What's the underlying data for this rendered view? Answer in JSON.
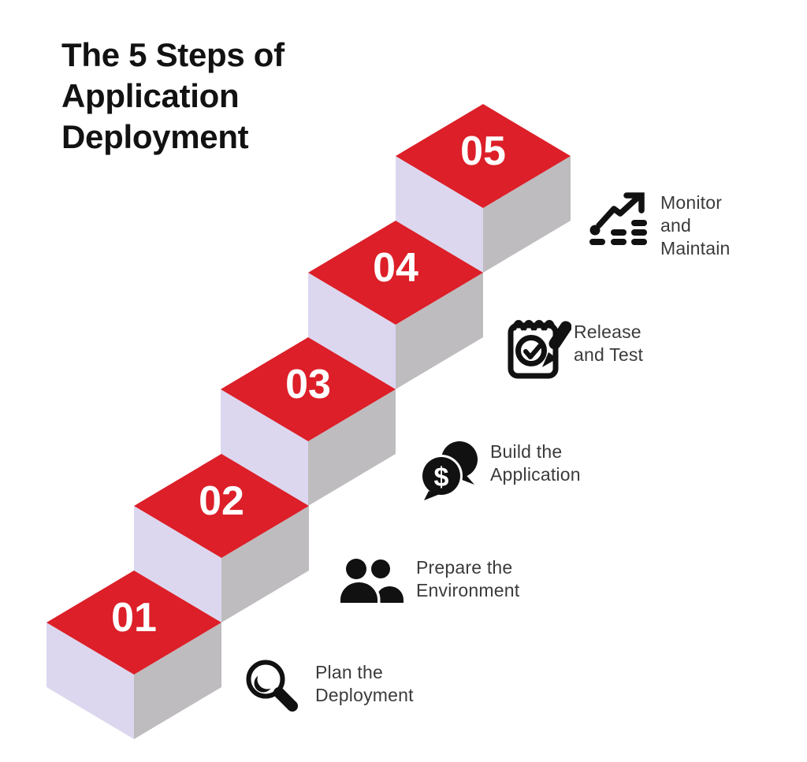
{
  "title": {
    "lines": [
      "The 5 Steps of",
      "Application",
      "Deployment"
    ]
  },
  "colors": {
    "cube_top": "#dc1f28",
    "cube_left": "#dcd7ef",
    "cube_right": "#bebcbf",
    "title_text": "#121212",
    "label_text": "#3b3b3b",
    "number_text": "#ffffff",
    "icon": "#111111",
    "background": "#ffffff"
  },
  "steps": [
    {
      "number": "01",
      "icon": "search-icon",
      "lines": [
        "Plan the",
        "Deployment"
      ]
    },
    {
      "number": "02",
      "icon": "users-icon",
      "lines": [
        "Prepare the",
        "Environment"
      ]
    },
    {
      "number": "03",
      "icon": "chat-money-icon",
      "icon_text": "$",
      "lines": [
        "Build the",
        "Application"
      ]
    },
    {
      "number": "04",
      "icon": "checklist-pencil-icon",
      "lines": [
        "Release",
        "and Test"
      ]
    },
    {
      "number": "05",
      "icon": "trend-chart-icon",
      "lines": [
        "Monitor",
        "and",
        "Maintain"
      ]
    }
  ]
}
